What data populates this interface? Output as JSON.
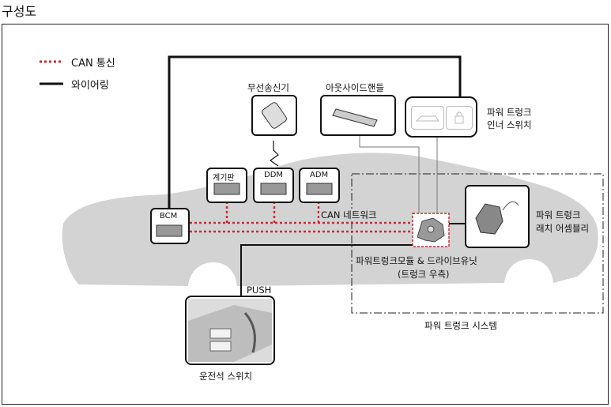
{
  "title": "구성도",
  "legend": {
    "can_label": "CAN 통신",
    "wiring_label": "와이어링"
  },
  "nodes": {
    "bcm": "BCM",
    "cluster": "계기판",
    "ddm": "DDM",
    "adm": "ADM",
    "smart_key": "무선송신기",
    "outside_handle": "아웃사이드핸들",
    "inner_switch_line1": "파워 트렁크",
    "inner_switch_line2": "인너 스위치",
    "latch_line1": "파워 트렁크",
    "latch_line2": "래치 어셈블리",
    "module_line1": "파워트렁크모듈 & 드라이브유닛",
    "module_line2": "(트렁크 우측)",
    "can_network": "CAN 네트워크",
    "push": "PUSH",
    "driver_switch": "운전석 스위치",
    "system": "파워 트렁크 시스템"
  },
  "colors": {
    "can": "#d0282e",
    "wire": "#111111",
    "car_silhouette": "#d3d3d3"
  }
}
